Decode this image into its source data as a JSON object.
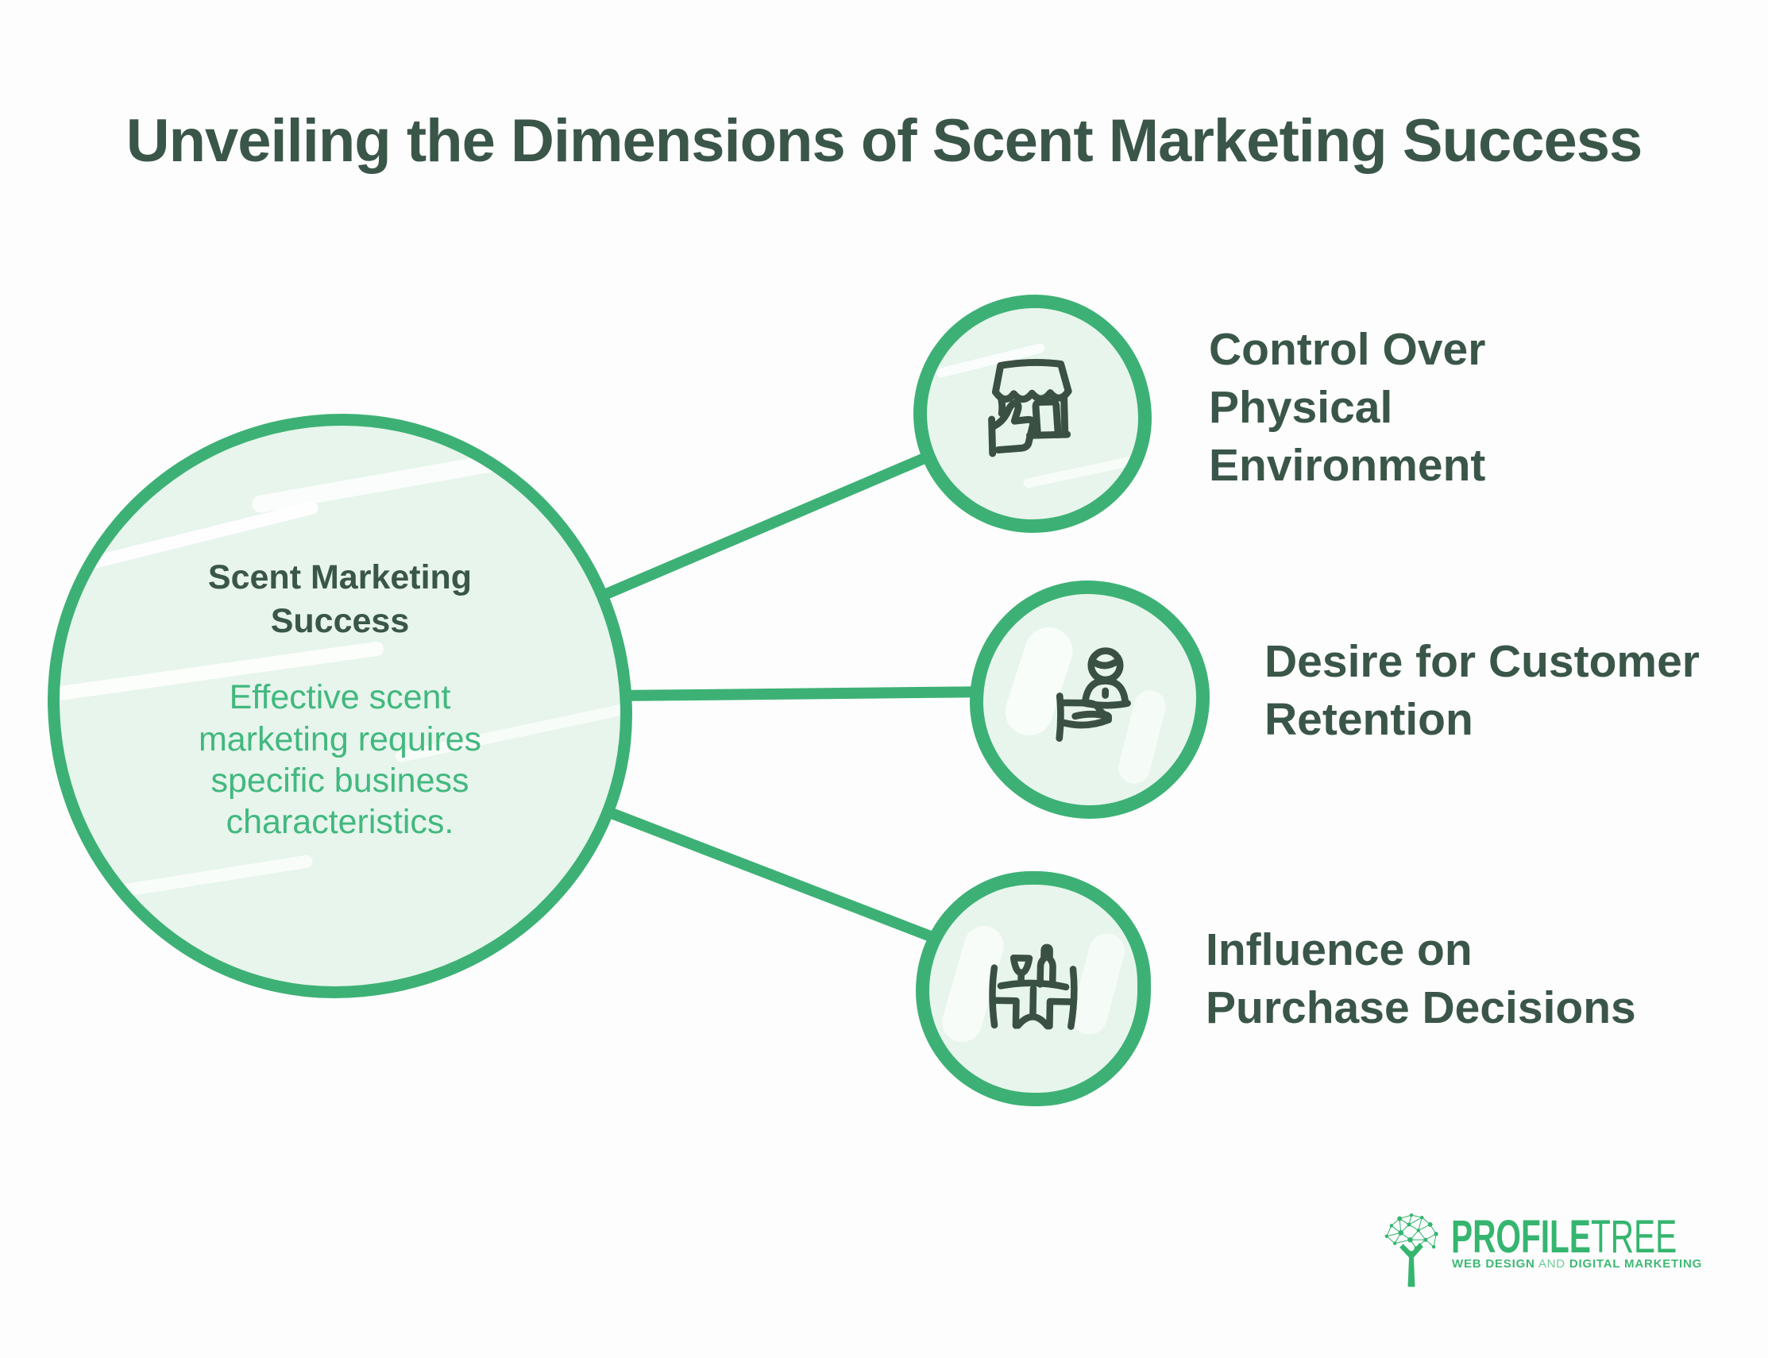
{
  "page": {
    "title": "Unveiling the Dimensions of Scent Marketing Success",
    "background_color": "#FDFDFD"
  },
  "palette": {
    "accent_green": "#3DB175",
    "node_fill_green": "#E7F5EC",
    "dark_green_text": "#3A5649",
    "icon_stroke_green": "#3A5043",
    "body_green_text": "#42B87F",
    "logo_green": "#35B56F"
  },
  "center_node": {
    "title": "Scent Marketing Success",
    "description": "Effective scent marketing requires specific business characteristics."
  },
  "branches": [
    {
      "label": "Control Over Physical Environment",
      "icon": "storefront-thumbs-up-icon"
    },
    {
      "label": "Desire for Customer Retention",
      "icon": "person-in-hand-icon"
    },
    {
      "label": "Influence on Purchase Decisions",
      "icon": "dining-table-icon"
    }
  ],
  "footer_logo": {
    "brand_primary": "PROFILE",
    "brand_secondary": "TREE",
    "tagline_parts": [
      "WEB DESIGN",
      "AND",
      "DIGITAL MARKETING"
    ]
  }
}
